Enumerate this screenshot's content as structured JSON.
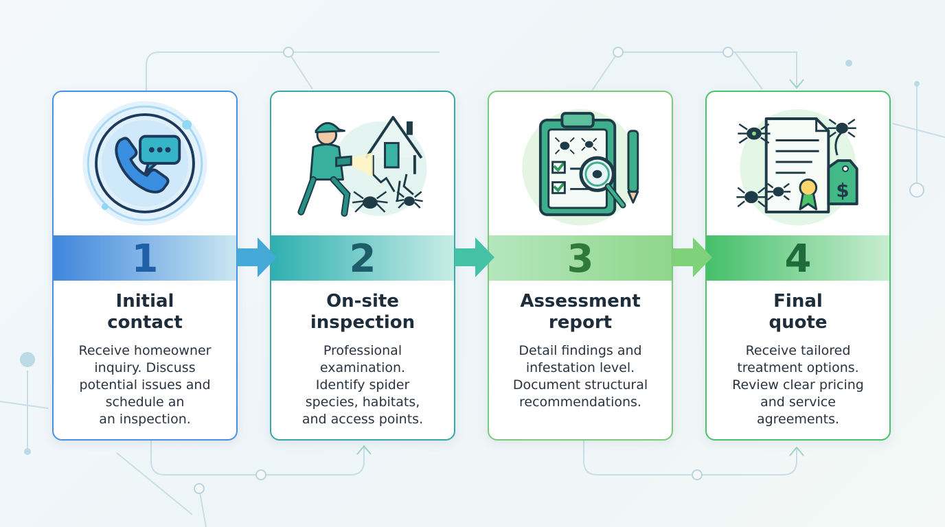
{
  "steps": [
    {
      "number": "1",
      "title": [
        "Initial",
        "contact"
      ],
      "description": [
        "Receive homeowner",
        "inquiry. Discuss",
        "potential issues and",
        "schedule an",
        "an inspection."
      ],
      "icon": "phone-chat-icon",
      "border_color": "#4a90e2",
      "band_from": "#3f86dc",
      "band_to": "#c9e7f1",
      "number_color": "#1f5fa8"
    },
    {
      "number": "2",
      "title": [
        "On-site",
        "inspection"
      ],
      "description": [
        "Professional",
        "examination.",
        "Identify spider",
        "species, habitats,",
        "and access points."
      ],
      "icon": "inspector-house-icon",
      "border_color": "#3aa6a6",
      "band_from": "#2fb0b0",
      "band_to": "#c7ece6",
      "number_color": "#1d5d6a"
    },
    {
      "number": "3",
      "title": [
        "Assessment",
        "report"
      ],
      "description": [
        "Detail findings and",
        "infestation level.",
        "Document structural",
        "recommendations."
      ],
      "icon": "clipboard-magnifier-icon",
      "border_color": "#7cc97c",
      "band_from": "#b5e6bd",
      "band_to": "#8fd68a",
      "number_color": "#2f7a3a"
    },
    {
      "number": "4",
      "title": [
        "Final",
        "quote"
      ],
      "description": [
        "Receive tailored",
        "treatment options.",
        "Review clear pricing",
        "and service",
        "agreements."
      ],
      "icon": "quote-document-price-tag-icon",
      "border_color": "#4cc26a",
      "band_from": "#45c06a",
      "band_to": "#c8edd0",
      "number_color": "#1f6b3a"
    }
  ],
  "arrows": [
    {
      "icon": "right-arrow-icon",
      "color": "#45a9d8"
    },
    {
      "icon": "right-arrow-icon",
      "color": "#45c2a6"
    },
    {
      "icon": "right-arrow-icon",
      "color": "#7fd27a"
    }
  ]
}
